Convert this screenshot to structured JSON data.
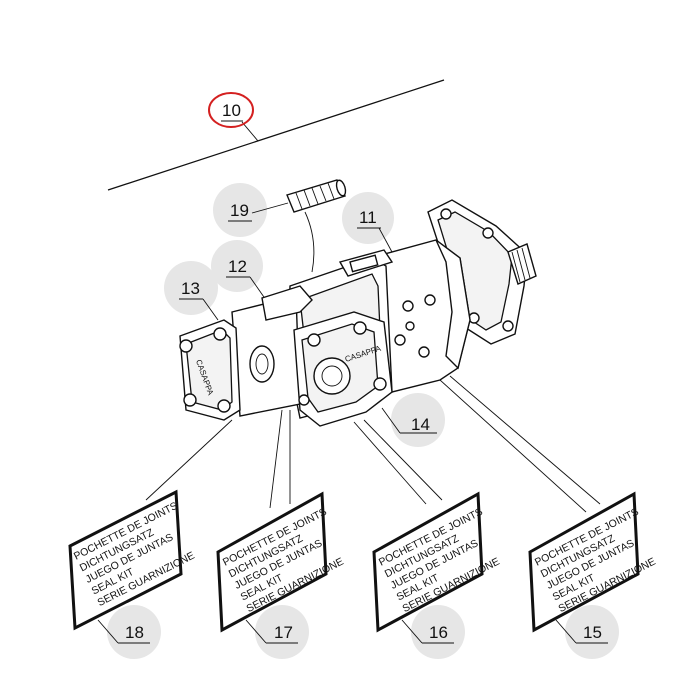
{
  "callouts": {
    "c10": "10",
    "c11": "11",
    "c12": "12",
    "c13": "13",
    "c14": "14",
    "c15": "15",
    "c16": "16",
    "c17": "17",
    "c18": "18",
    "c19": "19"
  },
  "seal_kit_lines": [
    "POCHETTE DE JOINTS",
    "DICHTUNGSATZ",
    "JUEGO DE JUNTAS",
    "SEAL KIT",
    "SERIE GUARNIZIONE"
  ],
  "brand_mark": "CASAPPA",
  "colors": {
    "highlight": "#d42020",
    "bubble": "#e6e6e6",
    "line": "#111111"
  }
}
